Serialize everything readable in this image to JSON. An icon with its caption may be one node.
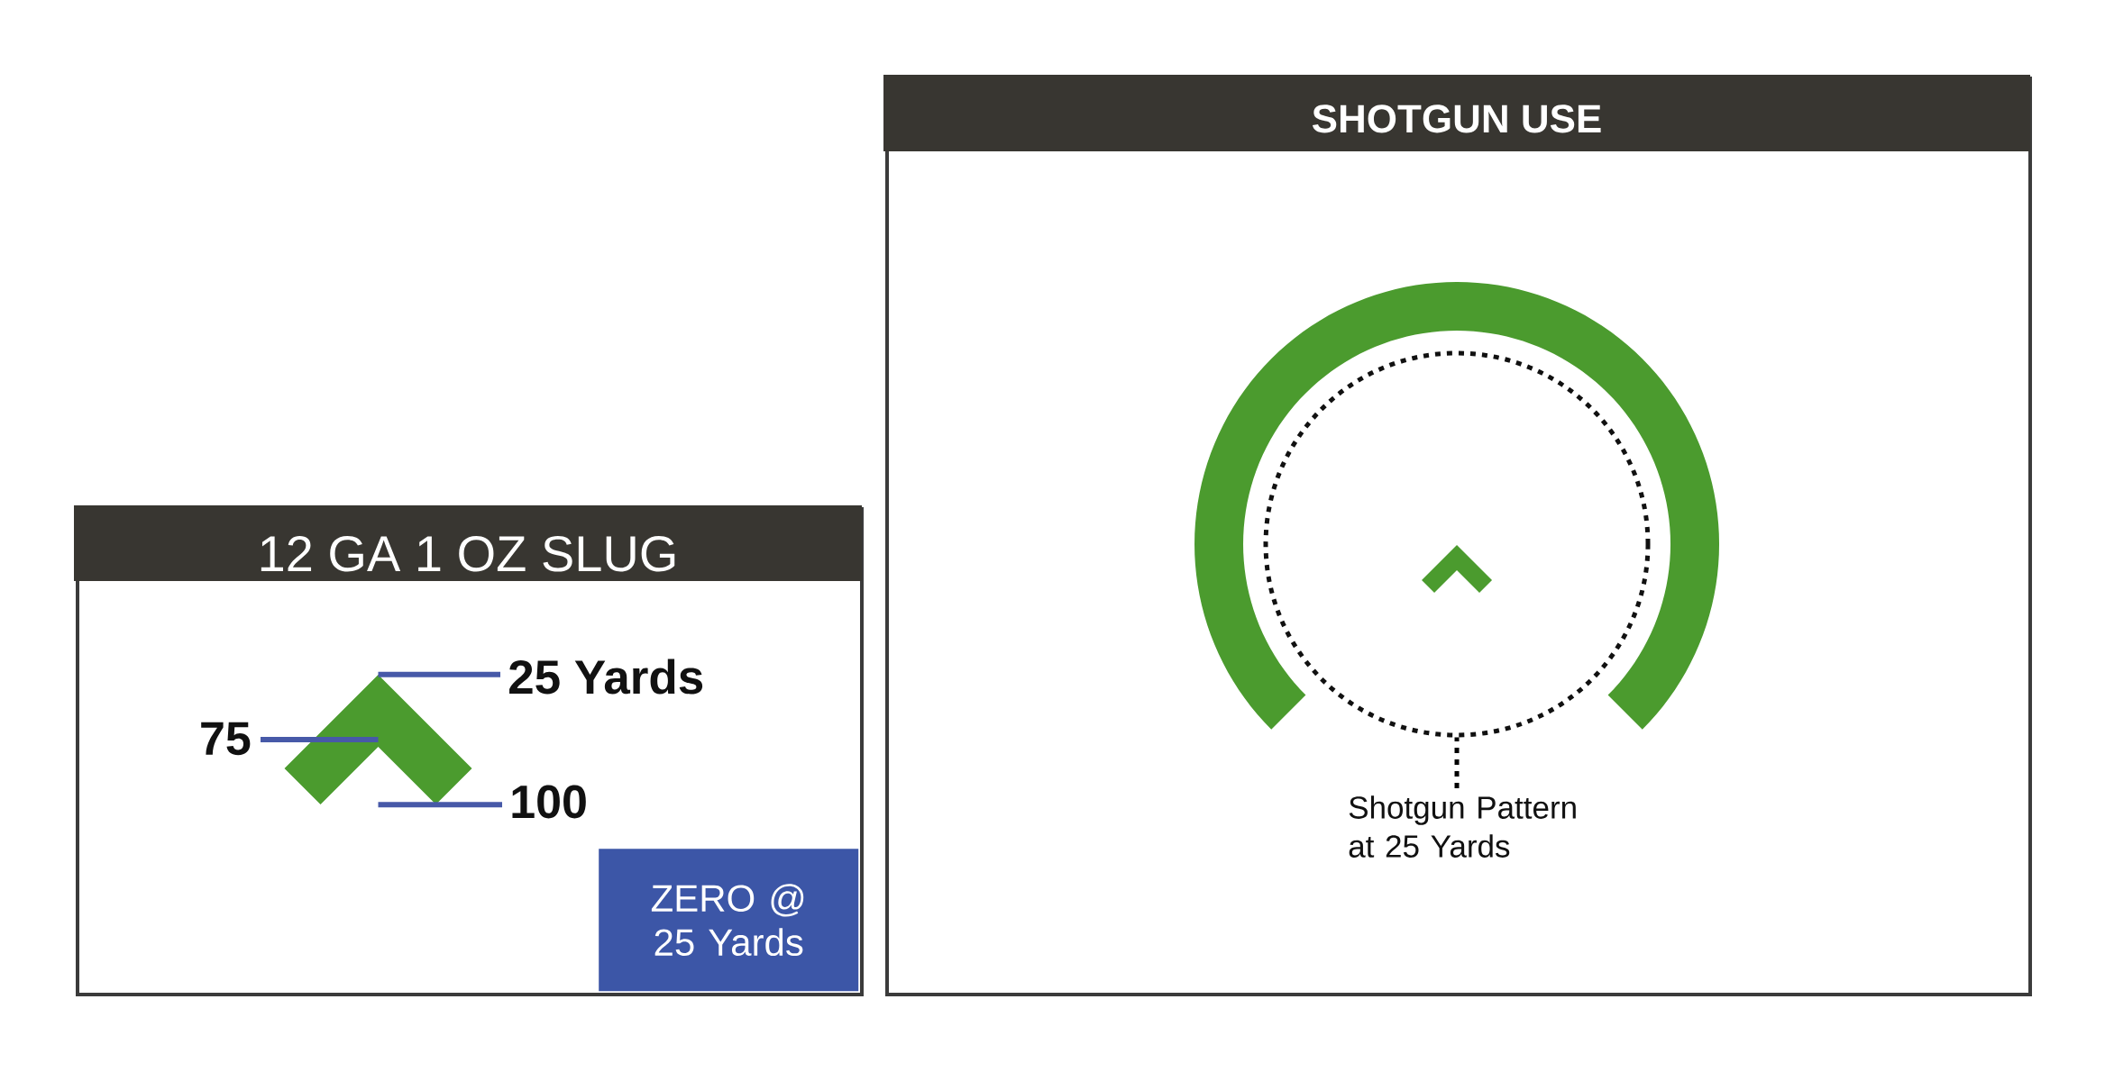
{
  "diagram": {
    "nodes": [
      {
        "text": [
          "12 GA 1 OZ SLUG"
        ]
      },
      {
        "text": [
          "25 Yards"
        ],
        "in": 0
      },
      {
        "text": [
          "75"
        ],
        "in": 0
      },
      {
        "text": [],
        "shape": "chevron",
        "in": 0
      },
      {
        "text": [
          "100"
        ],
        "in": 0
      },
      {
        "text": [
          "ZERO @ 25 Yards"
        ],
        "in": 0
      },
      {
        "text": [
          "SHOTGUN USE"
        ]
      },
      {
        "text": [],
        "shape": "circle",
        "in": 6
      },
      {
        "text": [],
        "shape": "chevron",
        "in": 7
      },
      {
        "text": [
          "Shotgun Pattern at 25 Yards"
        ],
        "in": 6
      }
    ],
    "edges": [
      {
        "from": 1,
        "to": 3,
        "arrow": "none"
      },
      {
        "from": 2,
        "to": 3,
        "arrow": "none"
      },
      {
        "from": 4,
        "to": 3,
        "arrow": "none"
      },
      {
        "from": 9,
        "to": 7,
        "arrow": "none",
        "style": "dashed",
        "color": "#000000"
      }
    ]
  }
}
